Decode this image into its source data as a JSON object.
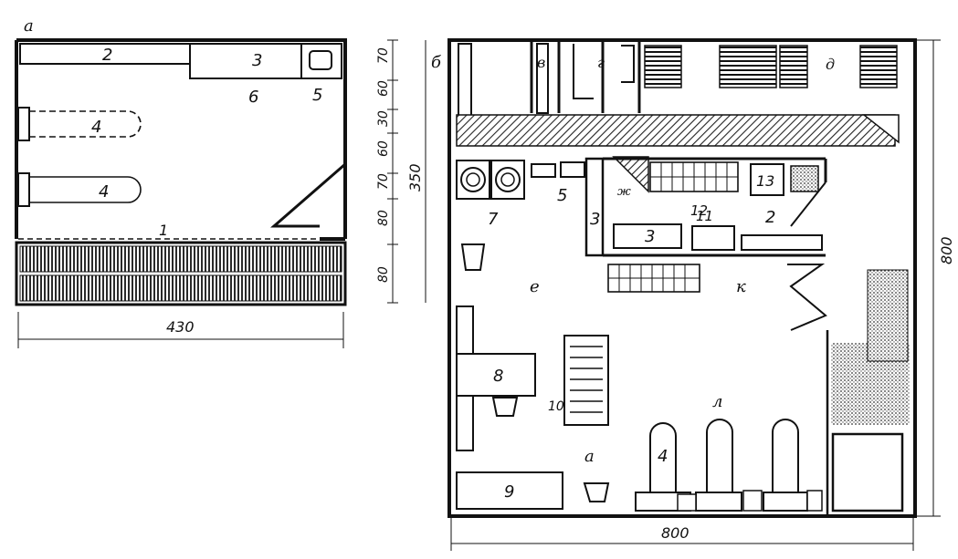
{
  "plan_a": {
    "panel_letter": "а",
    "items": {
      "i1": "1",
      "i2": "2",
      "i3": "3",
      "i4a": "4",
      "i4b": "4",
      "i5": "5",
      "i6": "6"
    },
    "width_dim": "430"
  },
  "plan_b": {
    "panel_letter": "б",
    "rooms": {
      "v": "в",
      "g": "г",
      "d": "д",
      "e": "е",
      "zh": "ж",
      "k": "к",
      "l": "л",
      "a": "а"
    },
    "items": {
      "i2": "2",
      "i3a": "3",
      "i3b": "3",
      "i4": "4",
      "i5": "5",
      "i7": "7",
      "i8": "8",
      "i9": "9",
      "i10": "10",
      "i11": "11",
      "i12": "12",
      "i13": "13"
    },
    "height_dims": [
      "70",
      "60",
      "30",
      "60",
      "70",
      "80",
      "80"
    ],
    "total_height": "350",
    "width_dim": "800",
    "height_dim": "800"
  }
}
